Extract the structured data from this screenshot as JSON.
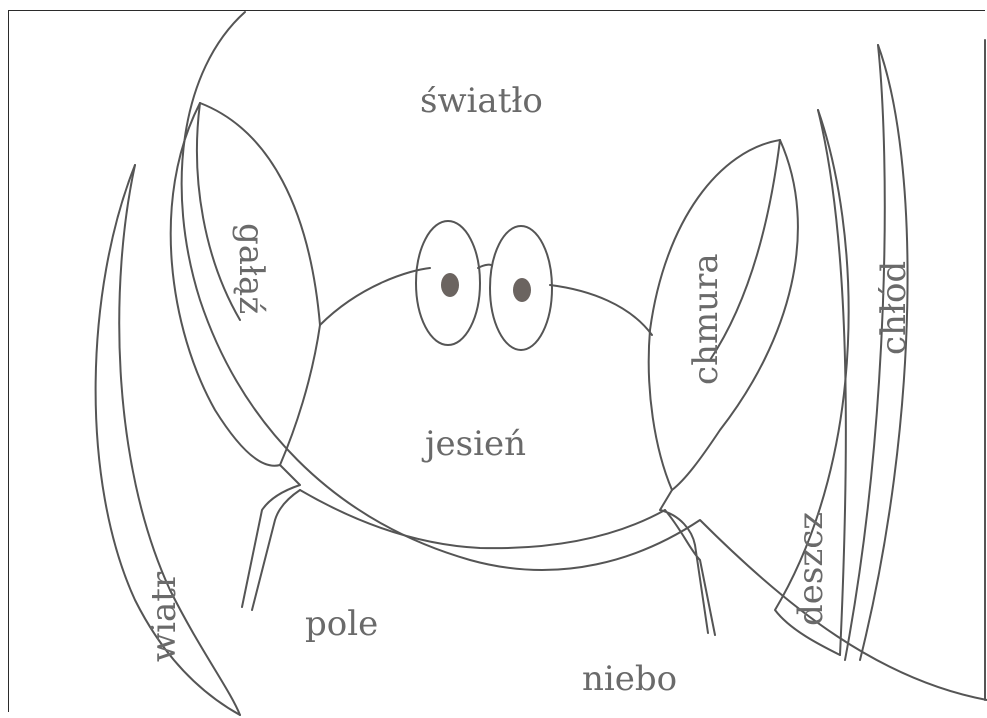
{
  "words": {
    "center": "jesień",
    "top": "światło",
    "left_claw": "gałąź",
    "right_claw": "chmura",
    "left_blade": "wiatr",
    "bottom_left": "pole",
    "bottom": "niebo",
    "right_blade_a": "deszcz",
    "right_blade_b": "chłód"
  }
}
